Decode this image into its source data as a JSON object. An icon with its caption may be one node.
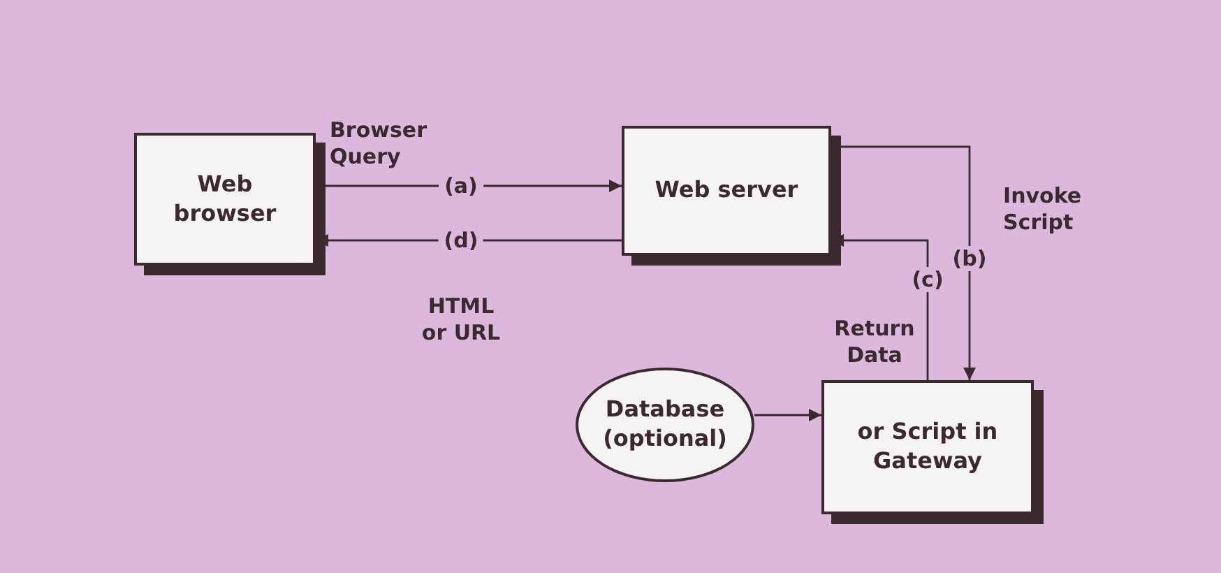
{
  "diagram": {
    "nodes": [
      {
        "text": [
          "Web browser"
        ]
      },
      {
        "text": [
          "Web server"
        ]
      },
      {
        "text": [
          "or Script in Gateway"
        ]
      },
      {
        "text": [
          "Database (optional)"
        ]
      }
    ],
    "edges": [
      {
        "from": 0,
        "to": 1,
        "arrow": "to",
        "label": "(a)"
      },
      {
        "from": 1,
        "to": 0,
        "arrow": "to",
        "label": "(d)"
      },
      {
        "from": 1,
        "to": 2,
        "arrow": "to",
        "label": "(b)"
      },
      {
        "from": 2,
        "to": 1,
        "arrow": "to",
        "label": "(c)"
      },
      {
        "from": 3,
        "to": 2,
        "arrow": "to"
      }
    ],
    "labels": [
      "Browser Query",
      "Invoke Script",
      "HTML or URL",
      "Return Data"
    ]
  }
}
